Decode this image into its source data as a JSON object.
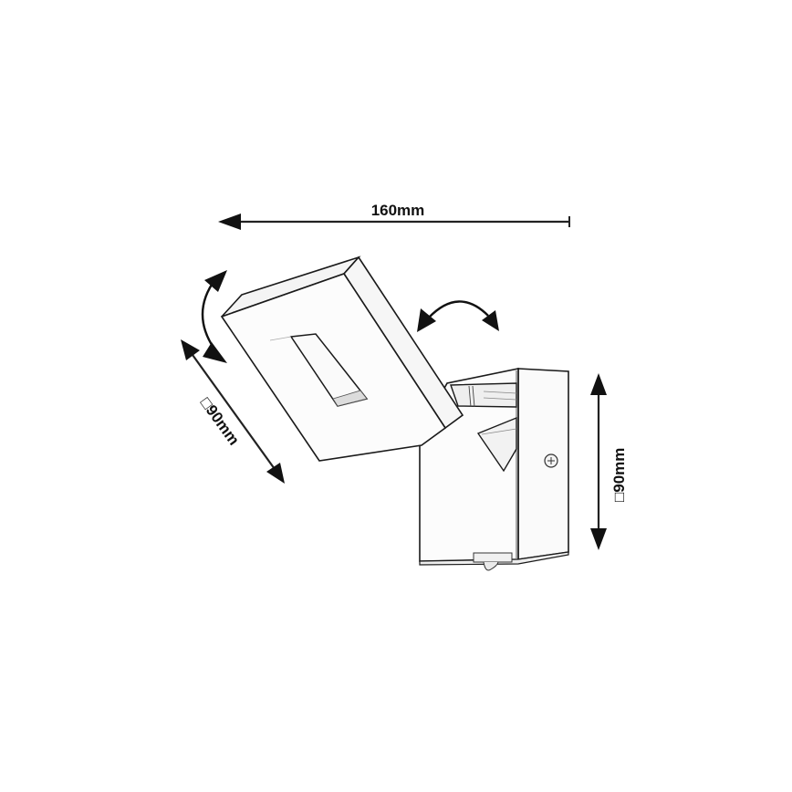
{
  "diagram": {
    "type": "technical-product-drawing",
    "subject": "adjustable wall spotlight",
    "colors": {
      "background": "#ffffff",
      "line": "#1a1a1a",
      "fill_light": "#fbfbfb",
      "fill_shade": "#e6e6e6"
    },
    "dimensions": {
      "width": {
        "label": "160mm",
        "orientation": "horizontal"
      },
      "head": {
        "label": "□90mm",
        "orientation": "diagonal"
      },
      "base": {
        "label": "□90mm",
        "orientation": "vertical"
      }
    },
    "rotation_indicators": [
      {
        "name": "tilt",
        "description": "curved double arrow left of head"
      },
      {
        "name": "swivel",
        "description": "curved double arrow right of head"
      }
    ],
    "components": [
      "lamp-head",
      "led-window",
      "swivel-arm",
      "wall-base",
      "mounting-screw",
      "switch"
    ]
  }
}
